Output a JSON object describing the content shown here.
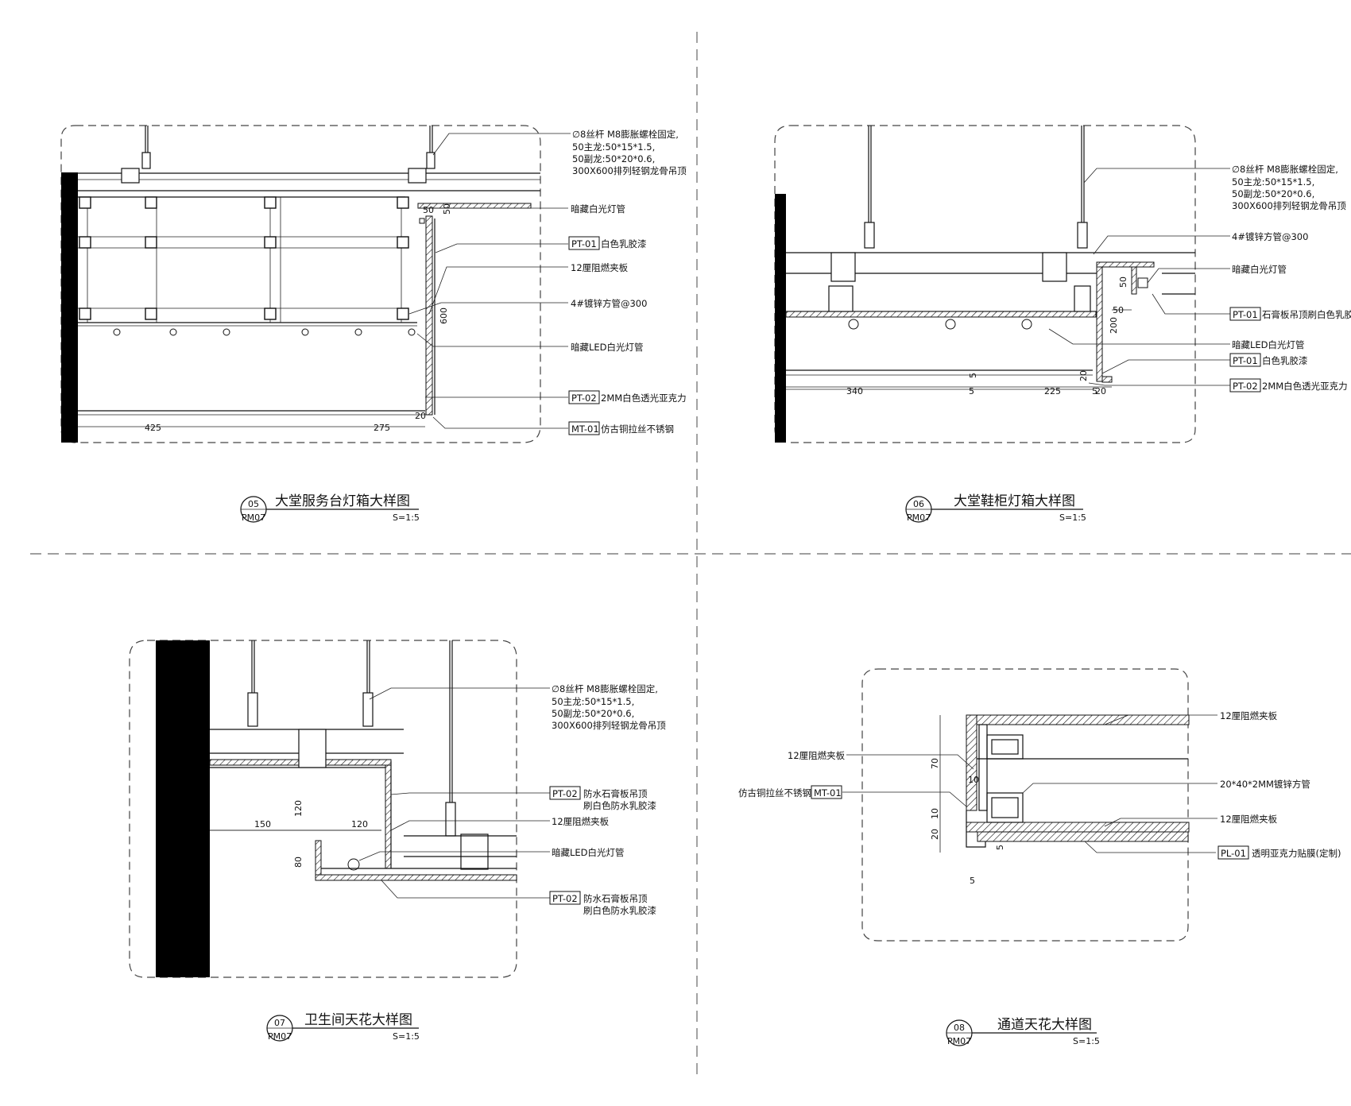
{
  "callouts": {
    "hanger": [
      "∅8丝杆 M8膨胀螺栓固定,",
      "50主龙:50*15*1.5,",
      "50副龙:50*20*0.6,",
      "300X600排列轻钢龙骨吊顶"
    ]
  },
  "d05": {
    "title": "大堂服务台灯箱大样图",
    "num": "05",
    "sheet": "PM07",
    "scale": "S=1:5",
    "labels": {
      "l1": "暗藏白光灯管",
      "pt01_code": "PT-01",
      "pt01_text": "白色乳胶漆",
      "l3": "12厘阻燃夹板",
      "l4": "4#镀锌方管@300",
      "l5": "暗藏LED白光灯管",
      "pt02_code": "PT-02",
      "pt02_text": "2MM白色透光亚克力",
      "mt01_code": "MT-01",
      "mt01_text": "仿古铜拉丝不锈钢"
    },
    "dims": {
      "a": "425",
      "b": "275",
      "c": "600",
      "d": "50",
      "e": "50",
      "f": "20"
    }
  },
  "d06": {
    "title": "大堂鞋柜灯箱大样图",
    "num": "06",
    "sheet": "PM07",
    "scale": "S=1:5",
    "labels": {
      "l1": "4#镀锌方管@300",
      "l2": "暗藏白光灯管",
      "pt01a_code": "PT-01",
      "pt01a_text": "石膏板吊顶刷白色乳胶漆",
      "l4": "暗藏LED白光灯管",
      "pt01b_code": "PT-01",
      "pt01b_text": "白色乳胶漆",
      "pt02_code": "PT-02",
      "pt02_text": "2MM白色透光亚克力"
    },
    "dims": {
      "a": "340",
      "b": "5",
      "c": "225",
      "d": "50",
      "e": "50",
      "f": "200",
      "g": "20",
      "h": "20",
      "i": "5",
      "j": "5"
    }
  },
  "d07": {
    "title": "卫生间天花大样图",
    "num": "07",
    "sheet": "PM07",
    "scale": "S=1:5",
    "labels": {
      "pt02a_code": "PT-02",
      "pt02a_text1": "防水石膏板吊顶",
      "pt02a_text2": "刷白色防水乳胶漆",
      "l2": "12厘阻燃夹板",
      "l3": "暗藏LED白光灯管",
      "pt02b_code": "PT-02",
      "pt02b_text1": "防水石膏板吊顶",
      "pt02b_text2": "刷白色防水乳胶漆"
    },
    "dims": {
      "a": "150",
      "b": "120",
      "c": "120",
      "d": "80"
    }
  },
  "d08": {
    "title": "通道天花大样图",
    "num": "08",
    "sheet": "PM07",
    "scale": "S=1:5",
    "labels": {
      "r1": "12厘阻燃夹板",
      "r2": "20*40*2MM镀锌方管",
      "r3": "12厘阻燃夹板",
      "pl01_code": "PL-01",
      "pl01_text": "透明亚克力贴膜(定制)",
      "left1": "12厘阻燃夹板",
      "mt01_text": "仿古铜拉丝不锈钢",
      "mt01_code": "MT-01"
    },
    "dims": {
      "a": "70",
      "b": "10",
      "c": "10",
      "d": "20",
      "e": "5",
      "f": "5"
    }
  }
}
